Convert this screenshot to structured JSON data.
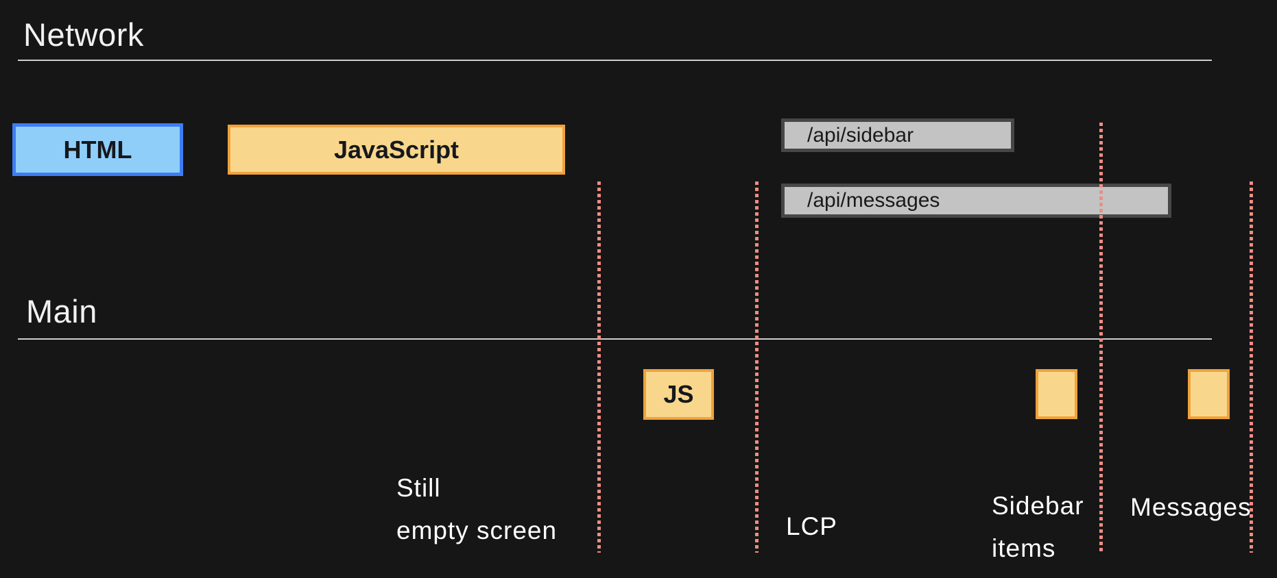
{
  "network": {
    "title": "Network",
    "bars": {
      "html": {
        "label": "HTML"
      },
      "javascript": {
        "label": "JavaScript"
      },
      "api_sidebar": {
        "label": "/api/sidebar"
      },
      "api_messages": {
        "label": "/api/messages"
      }
    }
  },
  "main": {
    "title": "Main",
    "blocks": {
      "js": {
        "label": "JS"
      },
      "sidebar_task": {
        "label": ""
      },
      "messages_task": {
        "label": ""
      }
    }
  },
  "annotations": {
    "still_empty": {
      "line1": "Still",
      "line2": "empty screen"
    },
    "lcp": {
      "label": "LCP"
    },
    "sidebar_items": {
      "line1": "Sidebar",
      "line2": "items"
    },
    "messages": {
      "label": "Messages"
    }
  },
  "colors": {
    "background": "#161616",
    "lane_title": "#F1F1F1",
    "lane_rule": "#CFCFCF",
    "html_fill": "#8FCEF9",
    "html_border": "#3E7DF5",
    "script_fill": "#F8D78C",
    "script_border": "#F0A23D",
    "fetch_fill": "#C3C3C3",
    "fetch_border": "#474747",
    "marker_dotted": "#EE8D82",
    "annotation_text": "#FFFFFF",
    "bar_label_text": "#16181C"
  }
}
